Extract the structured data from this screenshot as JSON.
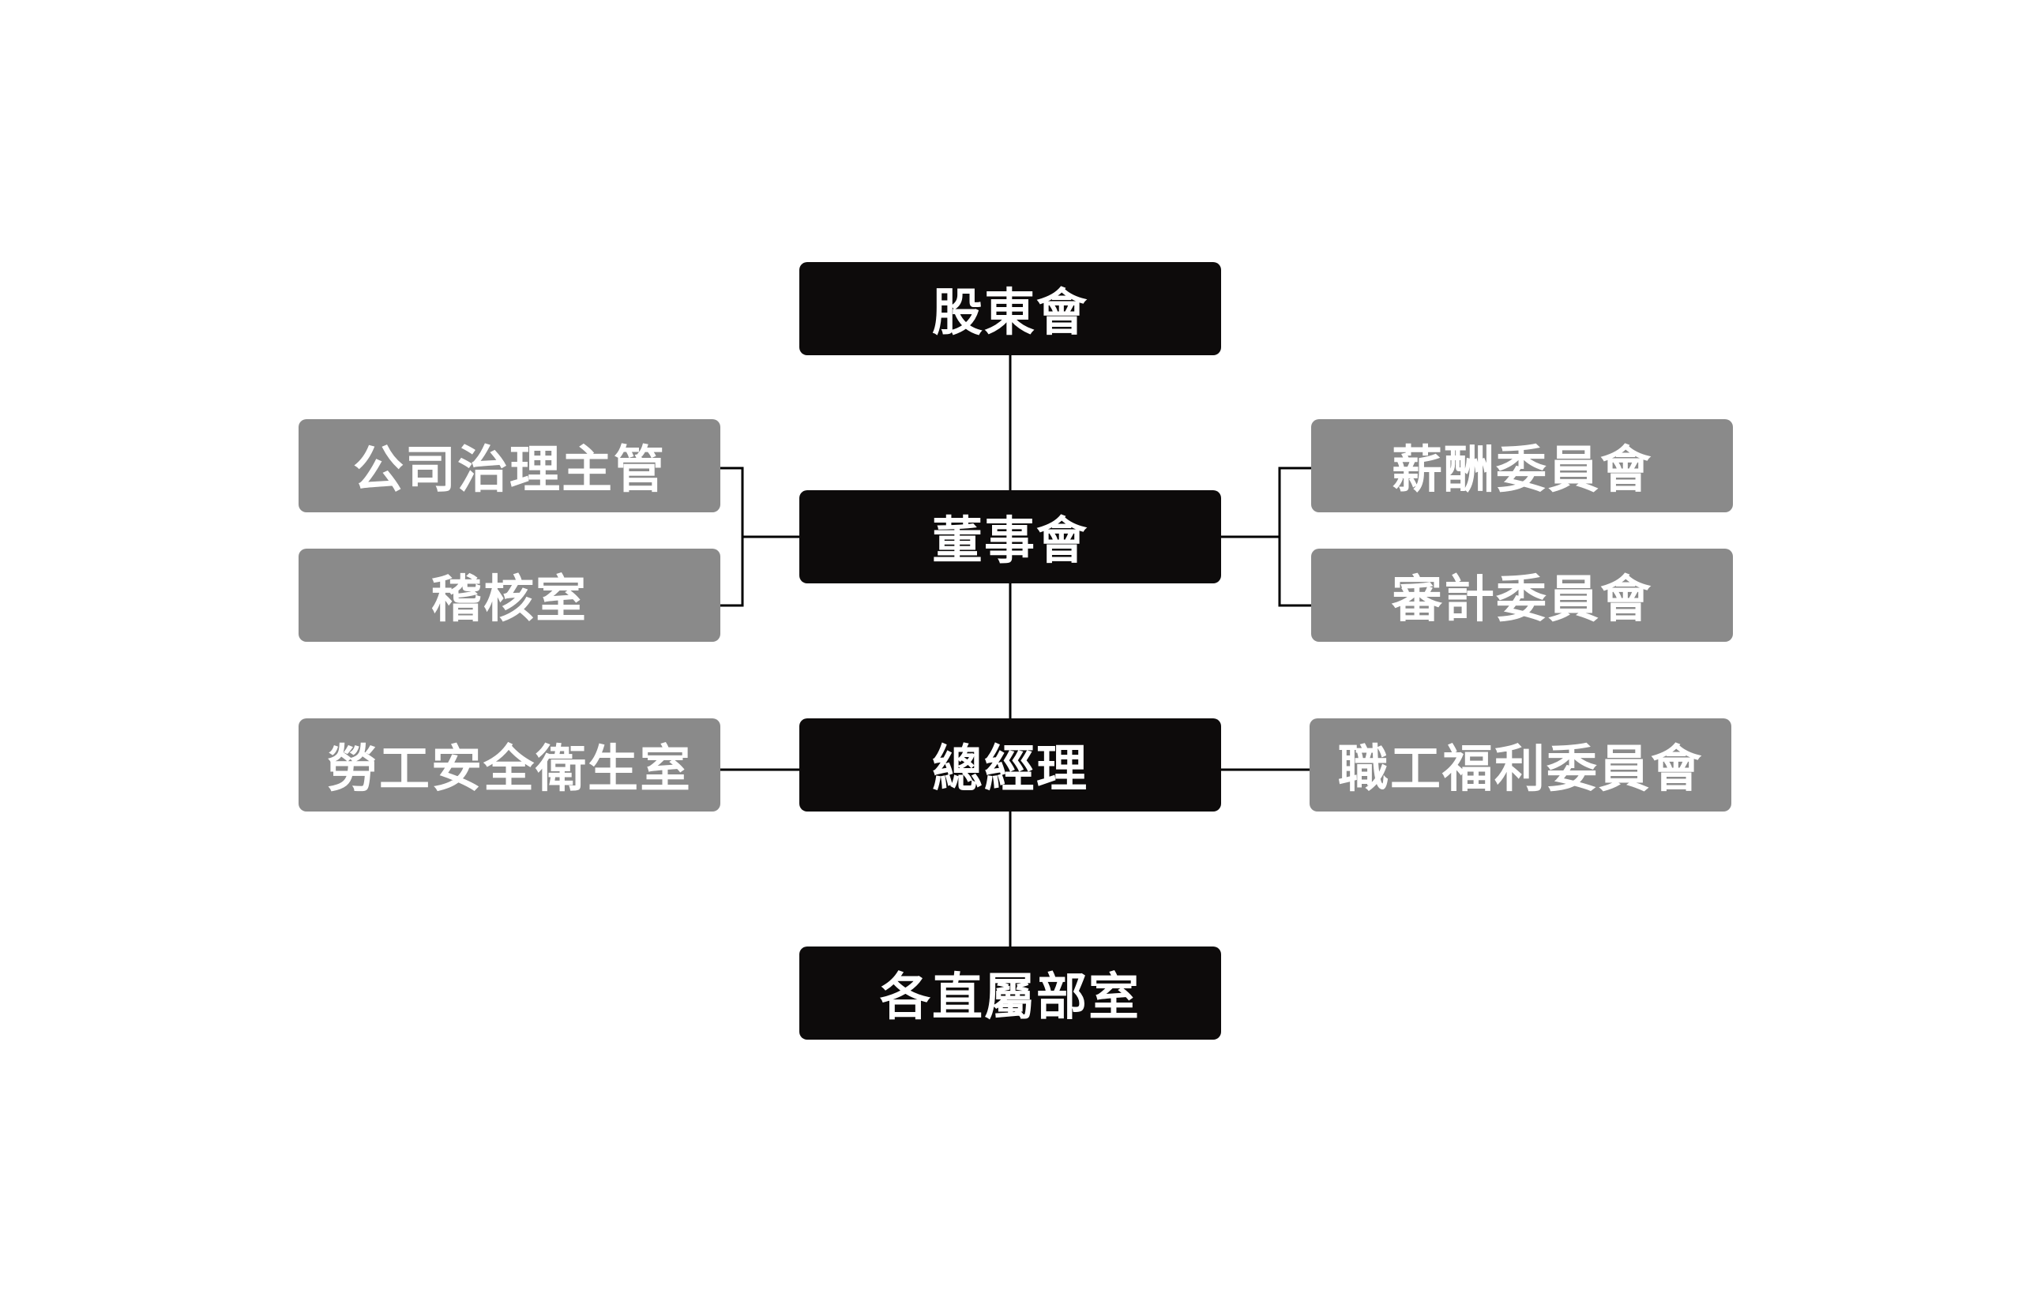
{
  "colors": {
    "primary_box": "#0d0b0b",
    "secondary_box": "#8a8a8a",
    "connector": "#000000",
    "text": "#ffffff",
    "background": "#ffffff"
  },
  "nodes": {
    "shareholders": "股東會",
    "board": "董事會",
    "president": "總經理",
    "departments": "各直屬部室",
    "governance_officer": "公司治理主管",
    "audit_office": "稽核室",
    "compensation_committee": "薪酬委員會",
    "audit_committee": "審計委員會",
    "safety_office": "勞工安全衛生室",
    "welfare_committee": "職工福利委員會"
  }
}
